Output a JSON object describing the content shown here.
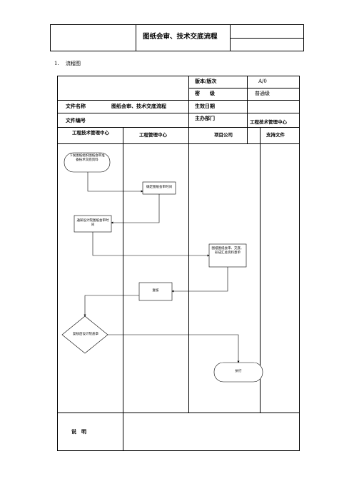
{
  "header": {
    "title": "图纸会审、技术交底流程"
  },
  "section": {
    "number": "1.",
    "label": "流程图"
  },
  "meta": {
    "version_label": "版本/版次",
    "version_value": "A/0",
    "secret_label": "密　　级",
    "secret_value": "普通级",
    "doc_name_label": "文件名称",
    "doc_name_value": "图纸会审、技术交底流程",
    "effective_label": "生效日期",
    "effective_value": "",
    "doc_no_label": "文件编号",
    "doc_no_value": "",
    "dept_label": "主办部门",
    "dept_value": "工程技术管理中心"
  },
  "columns": [
    {
      "label": "工程技术管理中心"
    },
    {
      "label": "工程管理中心"
    },
    {
      "label": "项目公司"
    },
    {
      "label": "支持文件"
    }
  ],
  "nodes": {
    "start": "下发图纸组织图纸会审准备技术交底资料",
    "confirm_time": "确定图纸会审时间",
    "notify_design": "通知设计院图纸会审时间",
    "review": "图纸图纸会审、交底、形成汇总资料意单",
    "reply": "复核",
    "design_reply": "复核后设计院盖章",
    "execute": "执行"
  },
  "footer": {
    "note_label": "说　明"
  }
}
